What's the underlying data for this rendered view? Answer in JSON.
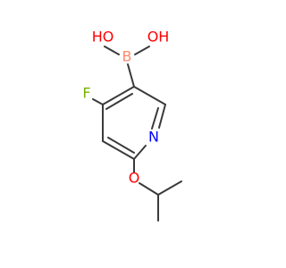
{
  "molecule": {
    "atoms": {
      "boron": {
        "symbol": "B",
        "color": "#ff8c69"
      },
      "hydroxyl_left": {
        "symbol": "HO",
        "color": "#ff0000"
      },
      "hydroxyl_right": {
        "symbol": "OH",
        "color": "#ff0000"
      },
      "fluorine": {
        "symbol": "F",
        "color": "#77b300"
      },
      "ring_nitrogen": {
        "symbol": "N",
        "color": "#0000ff"
      },
      "ether_oxygen": {
        "symbol": "O",
        "color": "#ff0000"
      }
    },
    "bond_color": "#3a3a3a"
  }
}
